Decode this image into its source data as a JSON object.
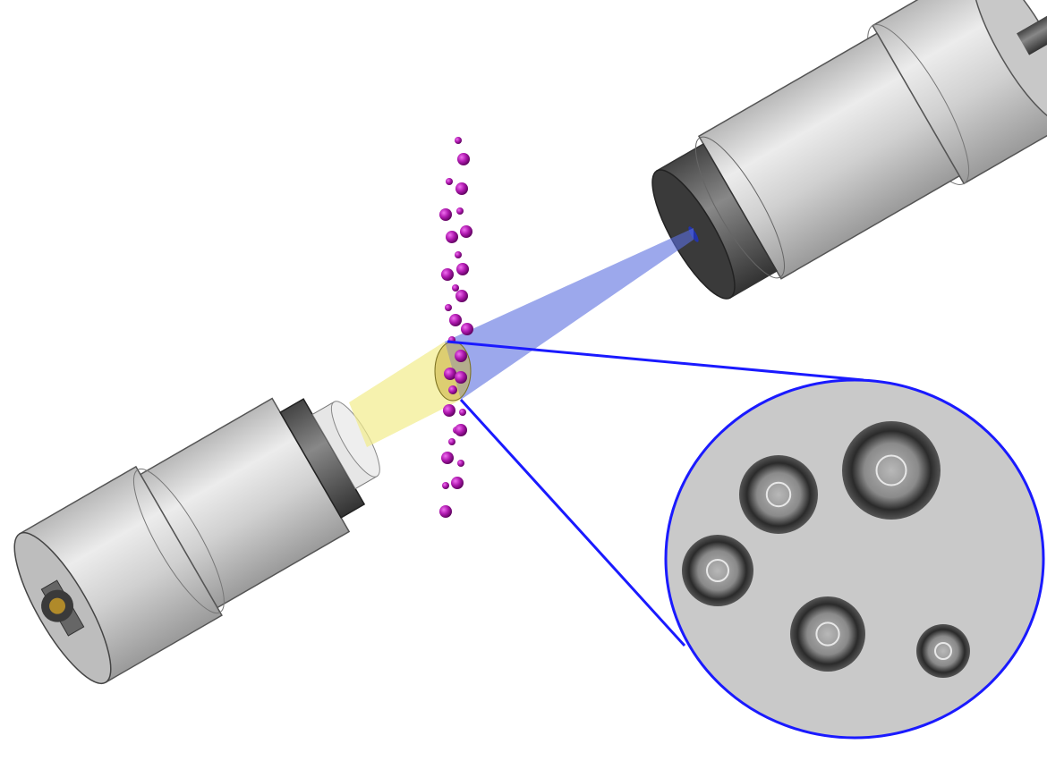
{
  "colors": {
    "background": "#ffffff",
    "device_body": "#d4d4d4",
    "beam_yellow": "#f2ec8c",
    "beam_blue": "#5a6ee0",
    "particles": "#b01ab0",
    "magnifier_outline": "#1a1aff",
    "magnifier_fill": "#c9c9c9"
  },
  "parts": {
    "left_device": "cylinder-device",
    "right_device": "cylinder-device",
    "particle_stream": "sphere-particles",
    "magnified_view": "magnifier-circle"
  }
}
